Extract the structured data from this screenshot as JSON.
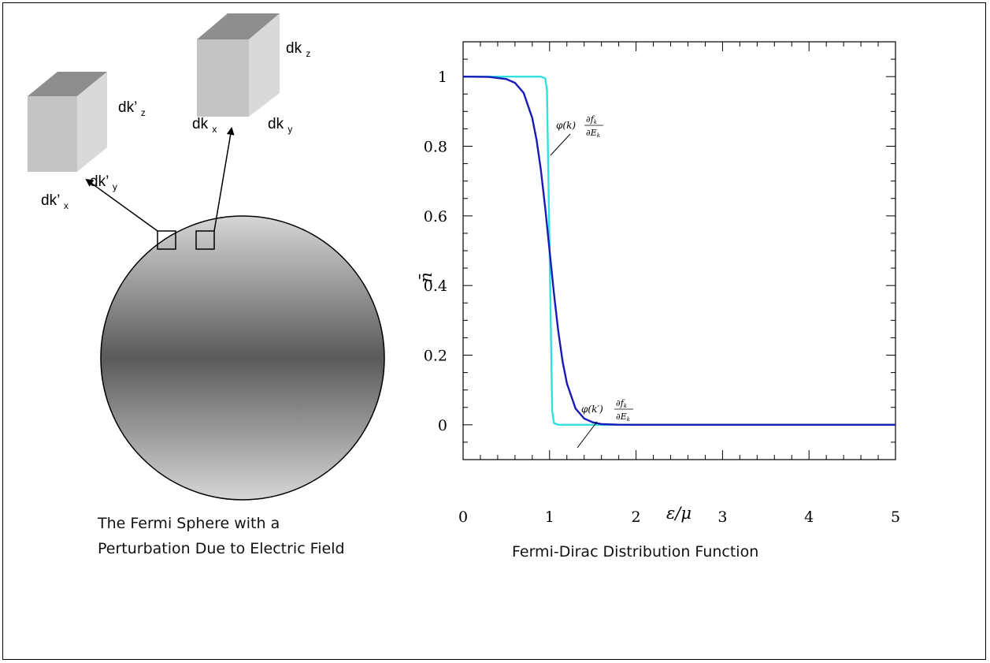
{
  "sphere_caption": "The Fermi Sphere with a Perturbation Due to Electric Field",
  "chart_caption": "Fermi-Dirac Distribution Function",
  "cube_left": {
    "label_z": "dk’z",
    "label_y": "dk’y",
    "label_x": "dk’x"
  },
  "cube_right": {
    "label_z": "dkz",
    "label_y": "dky",
    "label_x": "dkx"
  },
  "chart_data": {
    "type": "line",
    "xlabel": "ε/μ",
    "ylabel": "n̄",
    "xlim": [
      0,
      5
    ],
    "ylim": [
      -0.1,
      1.1
    ],
    "x_ticks": [
      "0",
      "1",
      "2",
      "3",
      "4",
      "5"
    ],
    "y_ticks": [
      "0",
      "0.2",
      "0.4",
      "0.6",
      "0.8",
      "1"
    ],
    "series": [
      {
        "color": "#33e0e0",
        "x": [
          0,
          0.5,
          0.9,
          0.95,
          0.97,
          1.0,
          1.03,
          1.05,
          1.1,
          2,
          3,
          4,
          5
        ],
        "y": [
          1,
          1,
          1,
          0.995,
          0.96,
          0.5,
          0.04,
          0.005,
          0,
          0,
          0,
          0,
          0
        ]
      },
      {
        "color": "#1a1ab8",
        "x": [
          0,
          0.3,
          0.5,
          0.6,
          0.7,
          0.8,
          0.85,
          0.9,
          0.95,
          1.0,
          1.05,
          1.1,
          1.15,
          1.2,
          1.3,
          1.4,
          1.5,
          1.6,
          1.8,
          2.0,
          2.5,
          3,
          4,
          5
        ],
        "y": [
          1,
          0.999,
          0.993,
          0.982,
          0.953,
          0.881,
          0.818,
          0.731,
          0.622,
          0.5,
          0.378,
          0.269,
          0.182,
          0.119,
          0.047,
          0.018,
          0.007,
          0.002,
          0.0003,
          0,
          0,
          0,
          0,
          0
        ]
      }
    ],
    "annotations": [
      {
        "text_main": "φ(k)",
        "text_num": "∂f",
        "text_num_sub": "k",
        "text_den": "∂E",
        "text_den_sub": "k"
      },
      {
        "text_main": "φ(k′)",
        "text_num": "∂f",
        "text_num_sub": "k",
        "text_den": "∂E",
        "text_den_sub": "k"
      }
    ]
  }
}
